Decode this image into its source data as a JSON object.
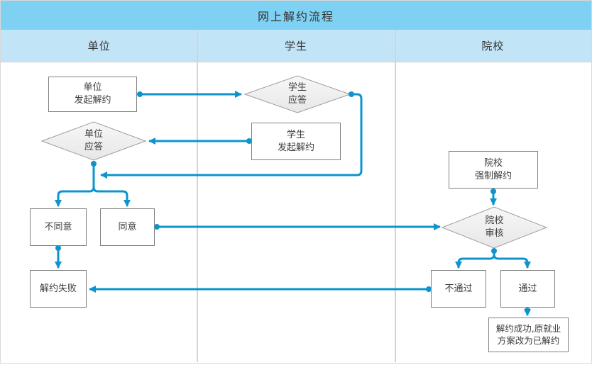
{
  "title": "网上解约流程",
  "lanes": [
    {
      "label": "单位"
    },
    {
      "label": "学生"
    },
    {
      "label": "院校"
    }
  ],
  "nodes": {
    "unit_initiate": {
      "label": "单位\n发起解约",
      "type": "process",
      "lane": "单位"
    },
    "student_response": {
      "label": "学生\n应答",
      "type": "decision",
      "lane": "学生"
    },
    "student_initiate": {
      "label": "学生\n发起解约",
      "type": "process",
      "lane": "学生"
    },
    "unit_response": {
      "label": "单位\n应答",
      "type": "decision",
      "lane": "单位"
    },
    "disagree": {
      "label": "不同意",
      "type": "process",
      "lane": "单位"
    },
    "agree": {
      "label": "同意",
      "type": "process",
      "lane": "单位"
    },
    "terminate_fail": {
      "label": "解约失败",
      "type": "process",
      "lane": "单位"
    },
    "school_force": {
      "label": "院校\n强制解约",
      "type": "process",
      "lane": "院校"
    },
    "school_review": {
      "label": "院校\n审核",
      "type": "decision",
      "lane": "院校"
    },
    "review_reject": {
      "label": "不通过",
      "type": "process",
      "lane": "院校"
    },
    "review_pass": {
      "label": "通过",
      "type": "process",
      "lane": "院校"
    },
    "terminate_success": {
      "label": "解约成功,原就业\n方案改为已解约",
      "type": "process",
      "lane": "院校"
    }
  },
  "edges": [
    {
      "from": "unit_initiate",
      "to": "student_response"
    },
    {
      "from": "student_response",
      "to": "unit_response_branch"
    },
    {
      "from": "student_initiate",
      "to": "unit_response"
    },
    {
      "from": "unit_response",
      "to": "disagree"
    },
    {
      "from": "unit_response",
      "to": "agree"
    },
    {
      "from": "disagree",
      "to": "terminate_fail"
    },
    {
      "from": "agree",
      "to": "school_review"
    },
    {
      "from": "school_force",
      "to": "school_review"
    },
    {
      "from": "school_review",
      "to": "review_reject"
    },
    {
      "from": "school_review",
      "to": "review_pass"
    },
    {
      "from": "review_reject",
      "to": "terminate_fail"
    },
    {
      "from": "review_pass",
      "to": "terminate_success"
    }
  ],
  "colors": {
    "flow": "#0d94cd",
    "title-bg": "#7fd1f3",
    "header-bg": "#c2e4f7",
    "divider": "#d4d4d4",
    "frame-border": "#d9d9d9",
    "node-border": "#808080",
    "diamond-border": "#9c9c9c",
    "diamond-top": "#f7f7f7",
    "diamond-bottom": "#e7e7e8",
    "text": "#3c3c3c"
  }
}
